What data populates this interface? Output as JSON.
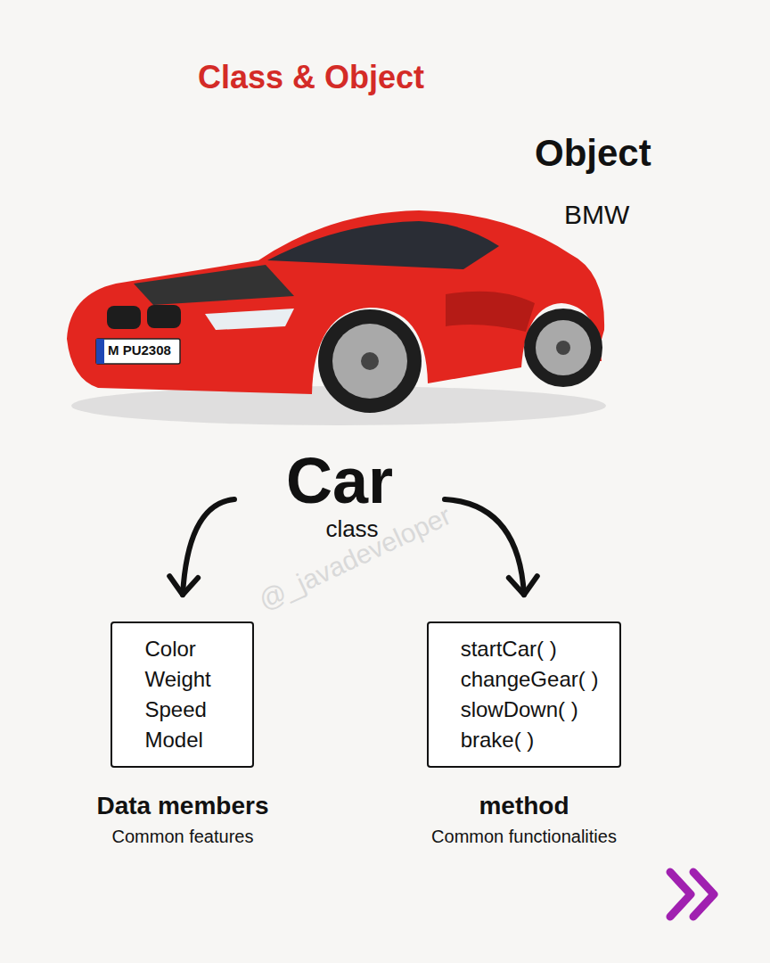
{
  "diagram": {
    "title": "Class & Object",
    "nodes": [
      {
        "text": [
          "Car",
          "class"
        ]
      },
      {
        "text": [
          "Color",
          "Weight",
          "Speed",
          "Model",
          "Data members",
          "Common features"
        ]
      },
      {
        "text": [
          "startCar( )",
          "changeGear( )",
          "slowDown( )",
          "brake( )",
          "method",
          "Common functionalities"
        ]
      }
    ],
    "edges": [
      {
        "from": 0,
        "to": 1,
        "arrow": "to"
      },
      {
        "from": 0,
        "to": 2,
        "arrow": "to"
      }
    ],
    "labels": [
      "Object",
      "BMW",
      "M PU2308",
      "@_javadeveloper"
    ]
  }
}
